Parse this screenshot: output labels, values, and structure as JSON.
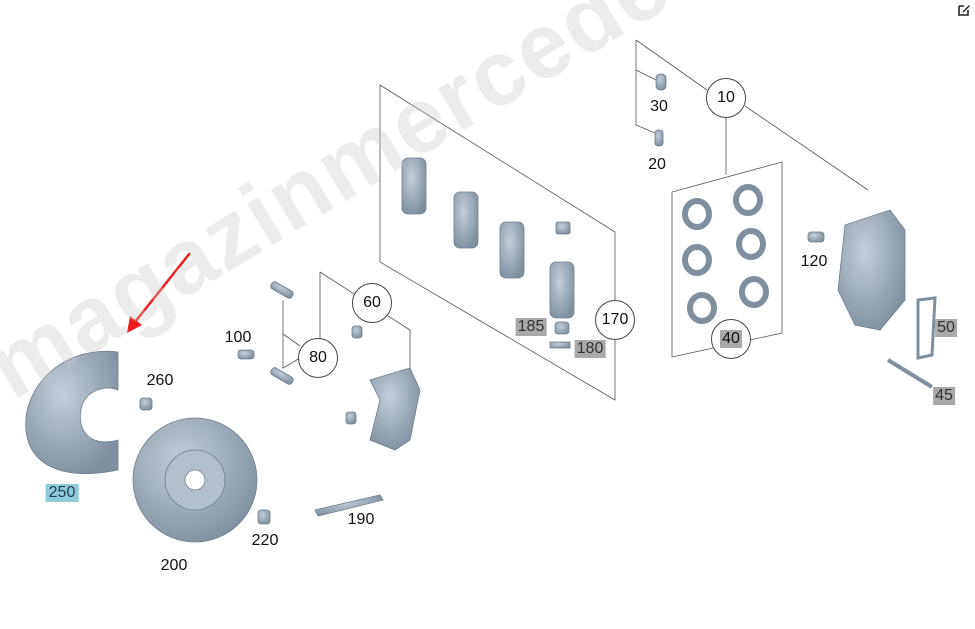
{
  "watermark": "magazinmercedes.ru",
  "toolbar": {
    "edit_icon": "edit-icon"
  },
  "callouts": {
    "c10": "10",
    "c20": "20",
    "c30": "30",
    "c40": "40",
    "c45": "45",
    "c50": "50",
    "c60": "60",
    "c80": "80",
    "c100": "100",
    "c120": "120",
    "c170": "170",
    "c180": "180",
    "c185": "185",
    "c190": "190",
    "c200": "200",
    "c220": "220",
    "c250": "250",
    "c260": "260"
  },
  "colors": {
    "part": "#9aaab8",
    "highlight": "#8fc9dc",
    "inactive": "#a9a9a9",
    "arrow": "#ee1c1c"
  }
}
